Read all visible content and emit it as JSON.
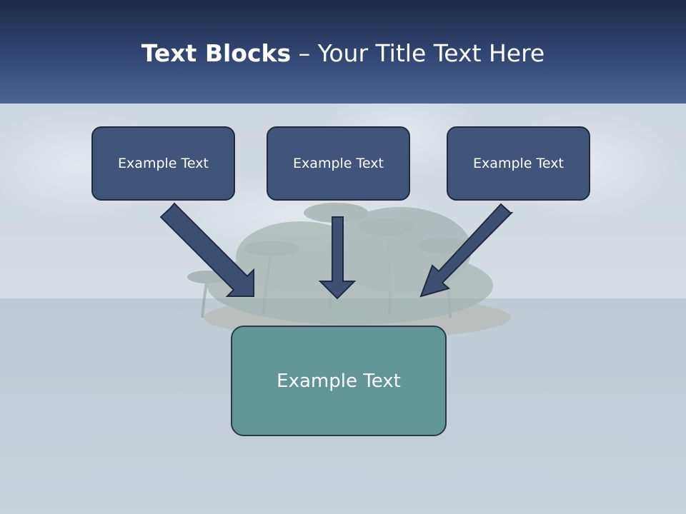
{
  "slide": {
    "title_bold": "Text Blocks",
    "title_rest": " – Your Title Text Here"
  },
  "boxes": {
    "left": "Example Text",
    "center": "Example Text",
    "right": "Example Text",
    "result": "Example Text"
  },
  "colors": {
    "header": "#2f4570",
    "box_fill": "#3f5579",
    "result_fill": "#629596",
    "arrow": "#3c5072"
  }
}
